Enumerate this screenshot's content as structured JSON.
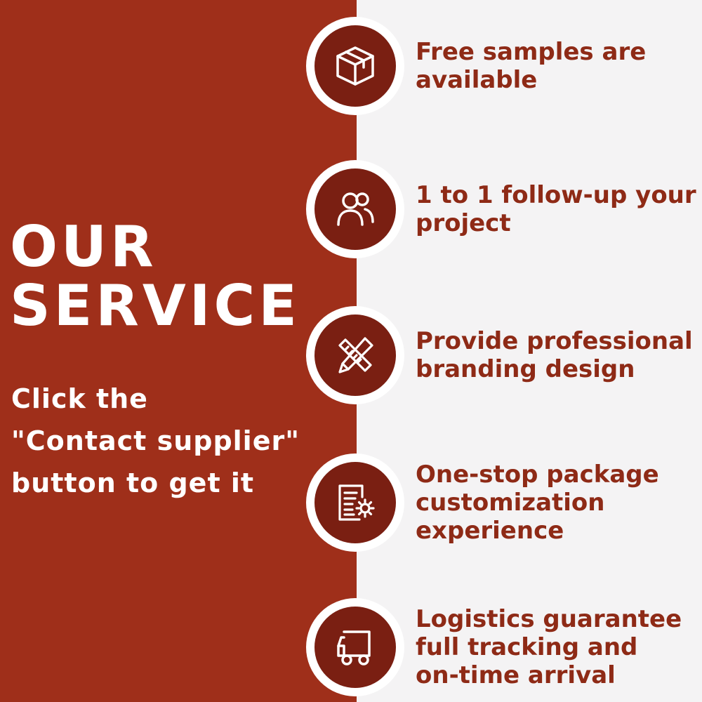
{
  "left_panel": {
    "headline": [
      "OUR",
      "SERVICE"
    ],
    "cta": [
      "Click the",
      "\"Contact supplier\"",
      "button to get it"
    ]
  },
  "services": [
    {
      "icon": "package-box-icon",
      "lines": [
        "Free samples are",
        "available"
      ]
    },
    {
      "icon": "users-icon",
      "lines": [
        "1 to 1 follow-up your",
        "project"
      ]
    },
    {
      "icon": "pencil-ruler-icon",
      "lines": [
        "Provide professional",
        "branding design"
      ]
    },
    {
      "icon": "document-gear-icon",
      "lines": [
        "One-stop package",
        "customization",
        "experience"
      ]
    },
    {
      "icon": "delivery-truck-icon",
      "lines": [
        "Logistics guarantee",
        "full tracking and",
        "on-time arrival"
      ]
    }
  ],
  "colors": {
    "panel_red": "#9f2f1a",
    "icon_dark_red": "#7a1f12",
    "text_red": "#8e2a16",
    "background": "#f4f3f4"
  }
}
